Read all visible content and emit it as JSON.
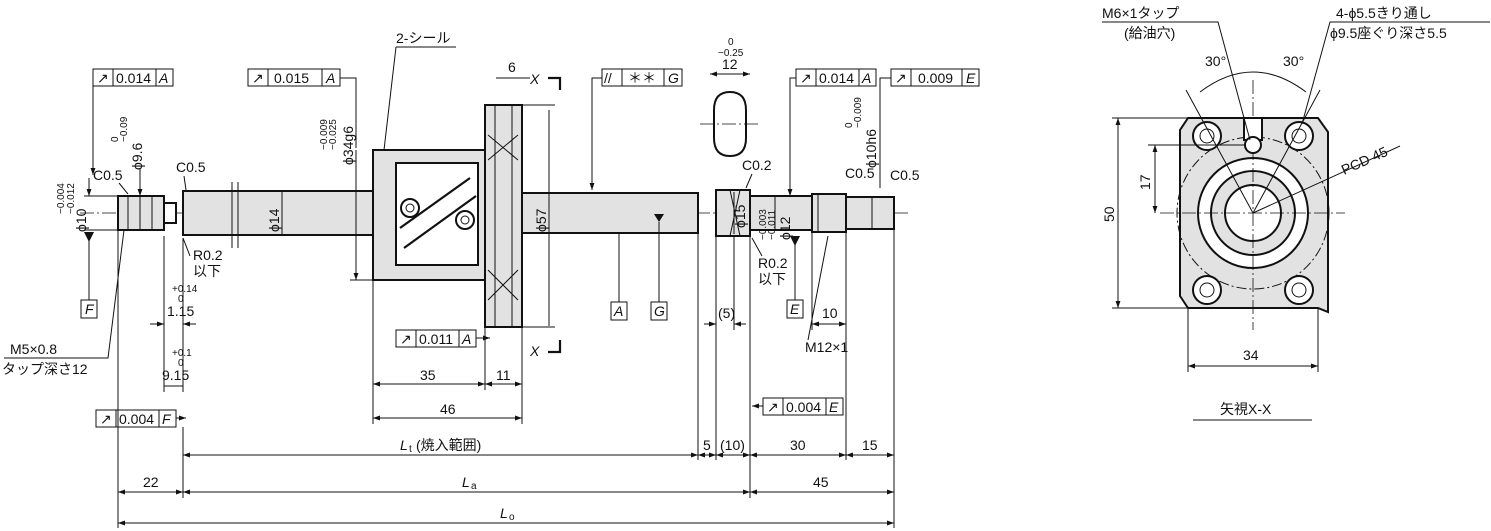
{
  "seal_label": "2-シール",
  "tap_note": [
    "M6×1タップ",
    "(給油穴)"
  ],
  "hole_note": [
    "4-ϕ5.5きり通し",
    "ϕ9.5座ぐり深さ5.5"
  ],
  "pcd_label": "PCD 45",
  "view_title": "矢視X-X",
  "section_mark": "X",
  "left_tap": [
    "M5×0.8",
    "タップ深さ12"
  ],
  "right_thread": "M12×1",
  "tolerances": {
    "runout_a_left": {
      "symbol": "↗",
      "value": "0.014",
      "datum": "A"
    },
    "runout_a_flange": {
      "symbol": "↗",
      "value": "0.015",
      "datum": "A"
    },
    "parallel_g": {
      "symbol": "//",
      "value": "＊＊",
      "datum": "G"
    },
    "runout_a_right": {
      "symbol": "↗",
      "value": "0.014",
      "datum": "A"
    },
    "runout_e": {
      "symbol": "↗",
      "value": "0.009",
      "datum": "E"
    },
    "runout_a_nut": {
      "symbol": "↗",
      "value": "0.011",
      "datum": "A"
    },
    "runout_e_face": {
      "symbol": "↗",
      "value": "0.004",
      "datum": "E"
    },
    "runout_f": {
      "symbol": "↗",
      "value": "0.004",
      "datum": "F"
    }
  },
  "datums": [
    "F",
    "A",
    "G",
    "E"
  ],
  "dims": {
    "d6": "6",
    "d12": "12",
    "d12_tol": [
      "0",
      "−0.25"
    ],
    "phi34g6": "ϕ34g6",
    "phi34_tol": [
      "−0.009",
      "−0.025"
    ],
    "phi10h6": "ϕ10h6",
    "phi10h6_tol": [
      "0",
      "−0.009"
    ],
    "phi9_6": "ϕ9.6",
    "phi9_6_tol": [
      "0",
      "−0.09"
    ],
    "phi10": "ϕ10",
    "phi10_tol": [
      "−0.004",
      "−0.012"
    ],
    "phi14": "ϕ14",
    "phi57": "ϕ57",
    "phi15": "ϕ15",
    "phi12": "ϕ12",
    "phi12_tol": [
      "−0.003",
      "−0.011"
    ],
    "c05": "C0.5",
    "c02": "C0.2",
    "r02": "R0.2",
    "ika": "以下",
    "d1_15": "1.15",
    "d1_15_tol": [
      "+0.14",
      "0"
    ],
    "d9_15": "9.15",
    "d9_15_tol": [
      "+0.1",
      "0"
    ],
    "d35": "35",
    "d11": "11",
    "d46": "46",
    "d5_paren": "(5)",
    "d10": "10",
    "d5": "5",
    "d10_paren": "(10)",
    "d30": "30",
    "d15": "15",
    "d22": "22",
    "d45": "45",
    "d50": "50",
    "d17": "17",
    "d34": "34",
    "angle_30": "30°",
    "lt": "L",
    "lt_sub": "t",
    "lt_note": "(焼入範囲)",
    "la": "L",
    "la_sub": "a",
    "lo": "L",
    "lo_sub": "o"
  }
}
